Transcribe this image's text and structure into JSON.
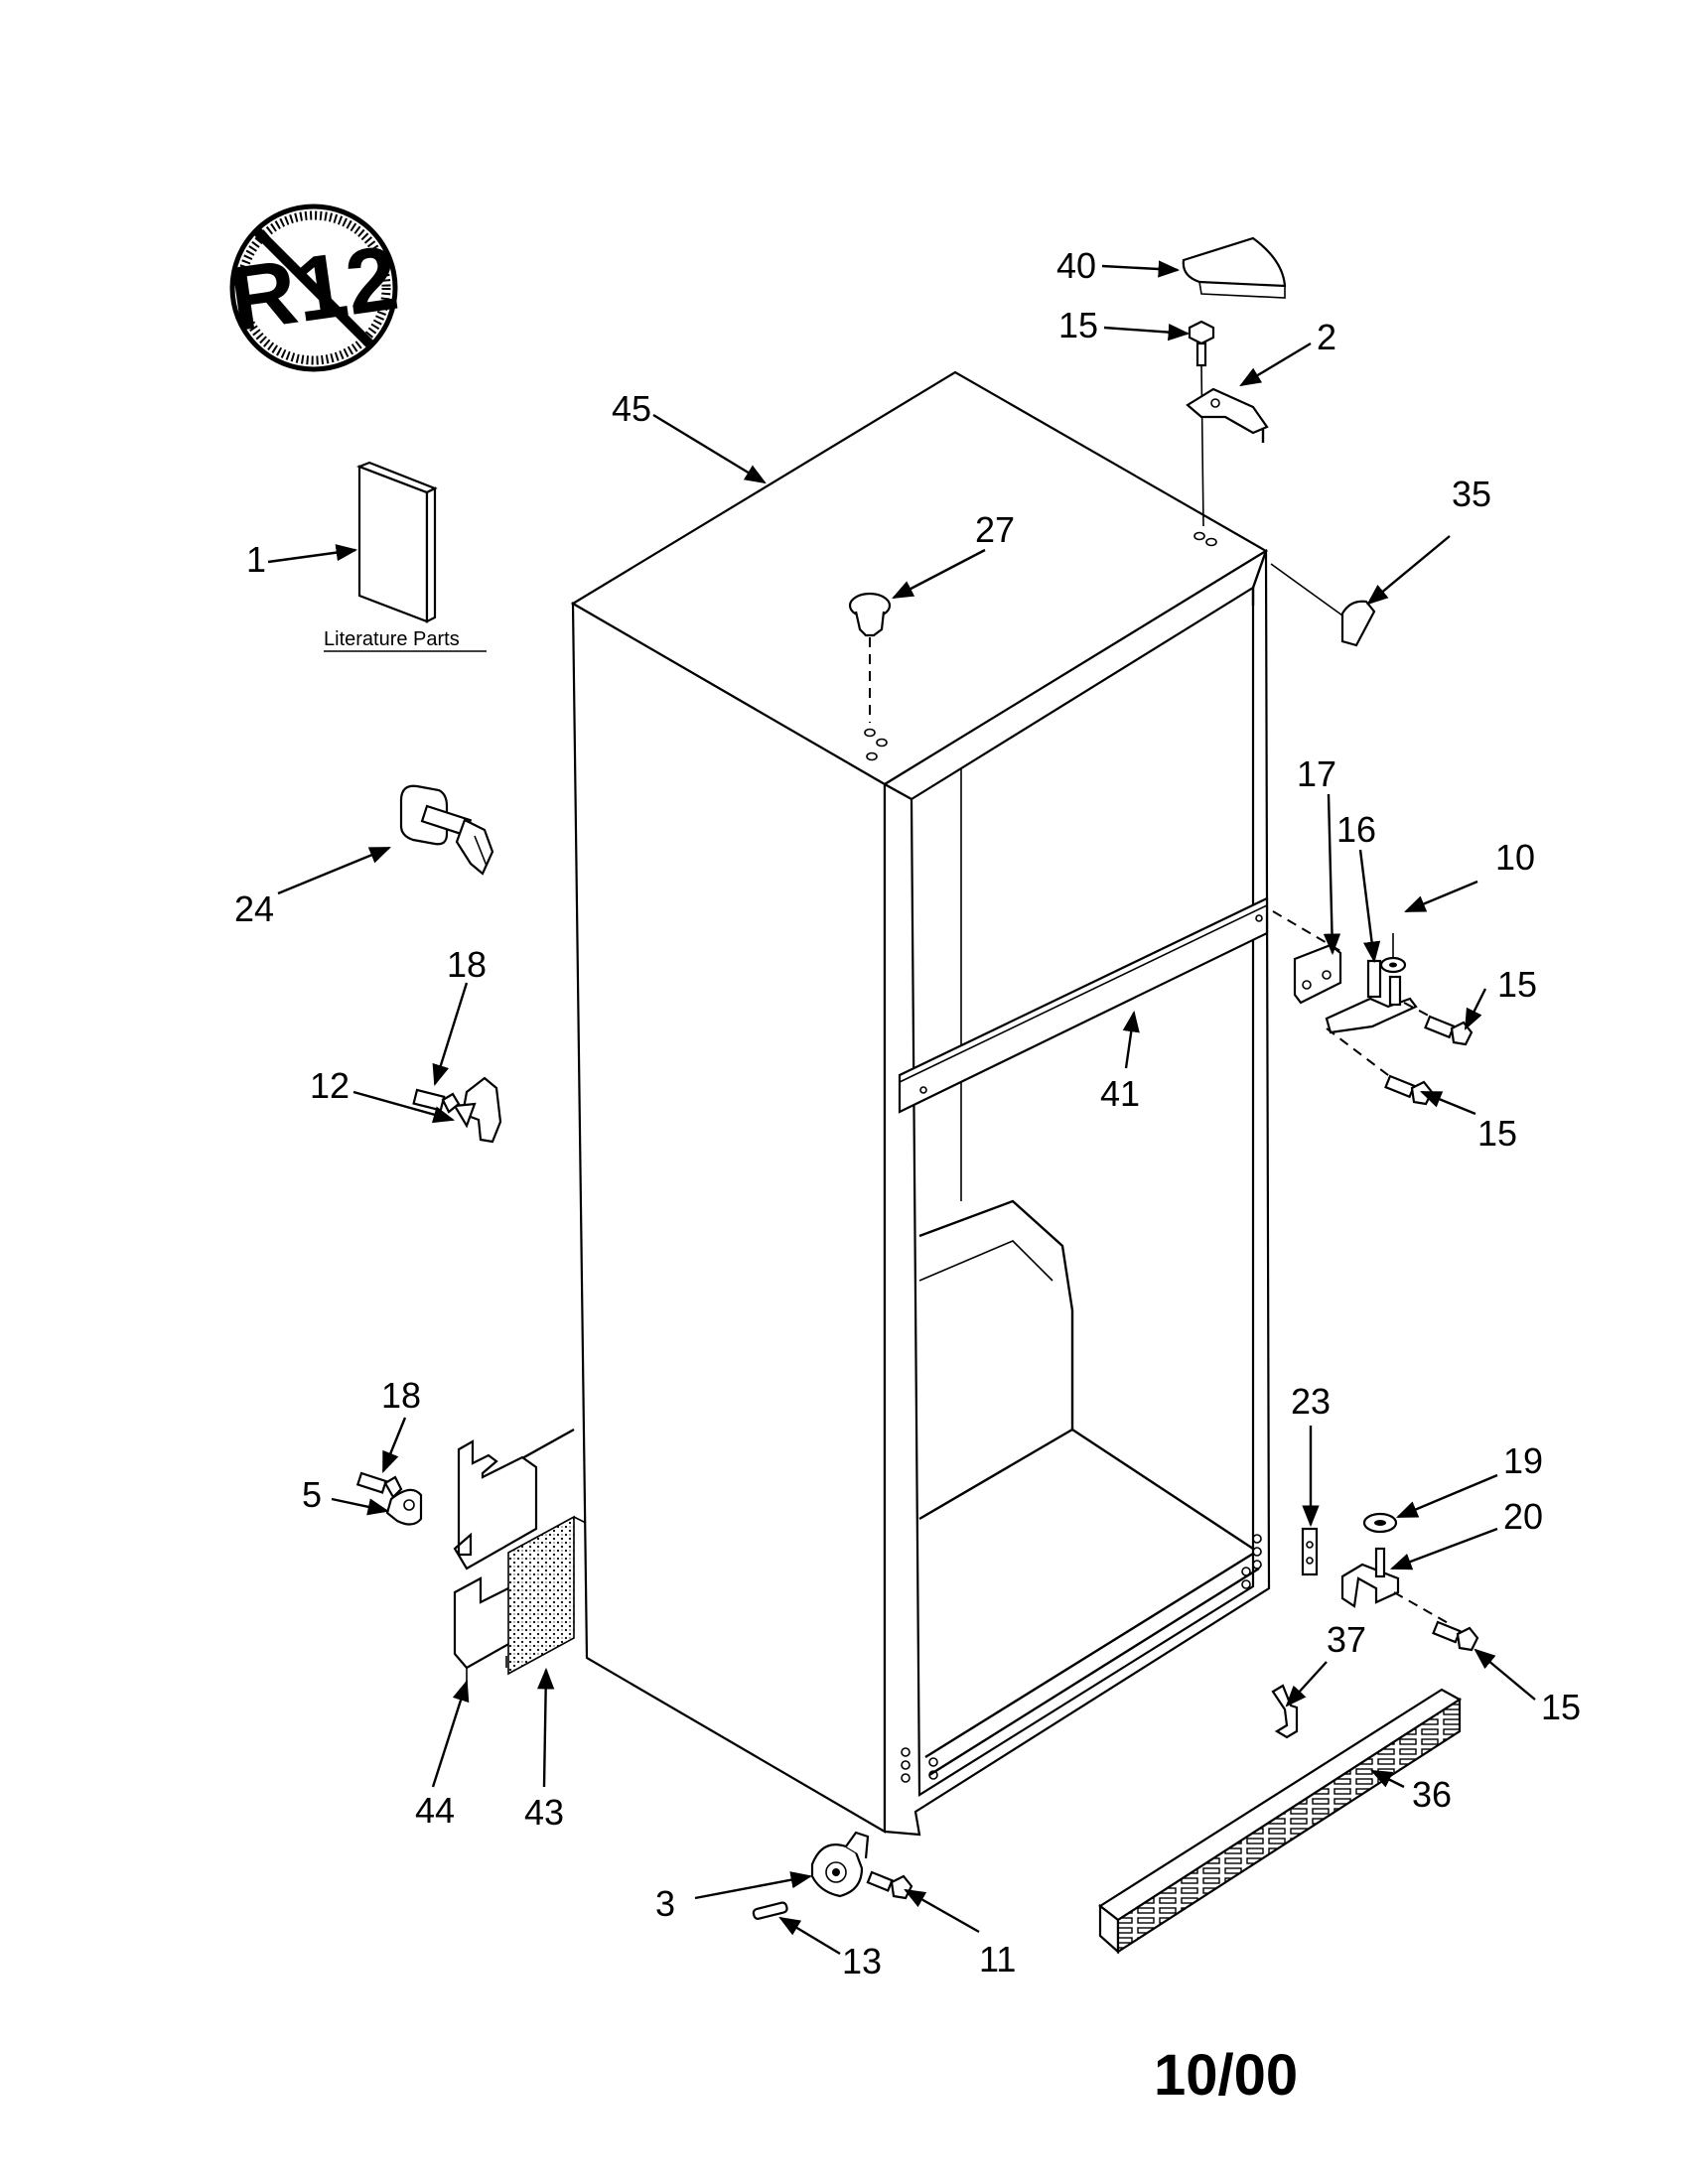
{
  "symbol": {
    "text": "R12"
  },
  "literature_caption": "Literature Parts",
  "date_code": "10/00",
  "callouts": {
    "c1": "1",
    "c2": "2",
    "c3": "3",
    "c5": "5",
    "c10": "10",
    "c11": "11",
    "c12": "12",
    "c13": "13",
    "c15a": "15",
    "c15b": "15",
    "c15c": "15",
    "c15d": "15",
    "c16": "16",
    "c17": "17",
    "c18a": "18",
    "c18b": "18",
    "c19": "19",
    "c20": "20",
    "c23": "23",
    "c24": "24",
    "c27": "27",
    "c35": "35",
    "c36": "36",
    "c37": "37",
    "c40": "40",
    "c41": "41",
    "c43": "43",
    "c44": "44",
    "c45": "45"
  }
}
